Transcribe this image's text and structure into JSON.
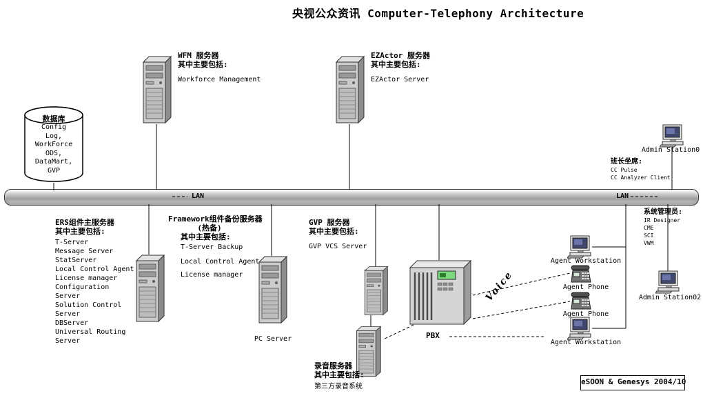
{
  "title": "央视公众资讯 Computer-Telephony Architecture",
  "lan": {
    "left_label": "LAN",
    "right_label": "LAN"
  },
  "database": {
    "title": "数据库",
    "lines": [
      "Config",
      "Log,",
      "WorkForce",
      "ODS,",
      "DataMart,",
      "GVP"
    ]
  },
  "wfm_server": {
    "title": "WFM 服务器",
    "subtitle": "其中主要包括:",
    "items": [
      "Workforce Management"
    ]
  },
  "ezactor_server": {
    "title": "EZActor 服务器",
    "subtitle": "其中主要包括:",
    "items": [
      "EZActor Server"
    ]
  },
  "supervisor_station": {
    "label": "Admin Station0",
    "group_title": "班长坐席:",
    "tools": [
      "CC Pulse",
      "CC Analyzer Client"
    ]
  },
  "sysadmin_station": {
    "label": "Admin Station02",
    "group_title": "系统管理员:",
    "tools": [
      "IR Designer",
      "CME",
      "SCI",
      "VWM"
    ]
  },
  "ers_server": {
    "title": "ERS组件主服务器",
    "subtitle": "其中主要包括:",
    "items": [
      "T-Server",
      "Message Server",
      "StatServer",
      "Local Control Agent",
      "License manager",
      "Configuration Server",
      "Solution Control Server",
      "DBServer",
      "Universal Routing Server"
    ]
  },
  "framework_server": {
    "title": "Framework组件备份服务器",
    "mode": "(热备)",
    "subtitle": "其中主要包括:",
    "items": [
      "T-Server Backup",
      "Local Control Agent",
      "License manager"
    ],
    "tower_label": "PC Server"
  },
  "gvp_server": {
    "title": "GVP 服务器",
    "subtitle": "其中主要包括:",
    "items": [
      "GVP VCS Server"
    ]
  },
  "recording_server": {
    "title": "录音服务器",
    "subtitle": "其中主要包括:",
    "items": [
      "第三方录音系统"
    ]
  },
  "pbx": {
    "label": "PBX"
  },
  "agents": {
    "workstation_top": "Agent Workstation",
    "phone_top": "Agent Phone",
    "phone_bottom": "Agent Phone",
    "workstation_bottom": "Agent Workstation"
  },
  "voice_link": {
    "label": "Voice"
  },
  "footer": {
    "credit": "eSOON & Genesys 2004/10"
  },
  "icons": {
    "server-tower-icon": "3d-tower-clipart-svg",
    "database-icon": "cylinder-svg",
    "workstation-icon": "monitor-keyboard-svg",
    "phone-icon": "desk-phone-svg",
    "pbx-icon": "3d-switch-cabinet-svg",
    "lan-bus": "gray-pipe-css"
  },
  "colors": {
    "line": "#000000",
    "pipe_fill": "#9e9e9e",
    "pbx_display": "#7cd87c"
  }
}
